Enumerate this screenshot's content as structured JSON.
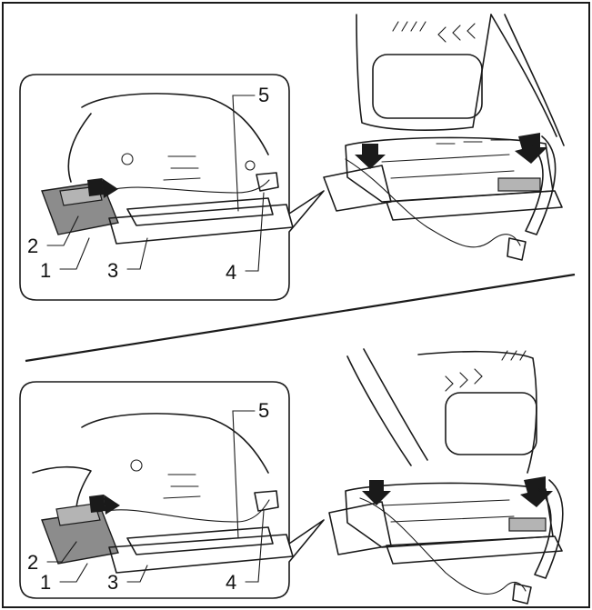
{
  "labels": {
    "top_1": "1",
    "top_2": "2",
    "top_3": "3",
    "top_4": "4",
    "top_5": "5",
    "bottom_1": "1",
    "bottom_2": "2",
    "bottom_3": "3",
    "bottom_4": "4",
    "bottom_5": "5"
  },
  "colors": {
    "line": "#1a1a1a",
    "clamp_gray": "#8c8c8c",
    "plate_gray": "#b4b4b4",
    "background": "#ffffff"
  },
  "icons": [
    "arrow-down-icon",
    "curved-arrow-icon"
  ]
}
